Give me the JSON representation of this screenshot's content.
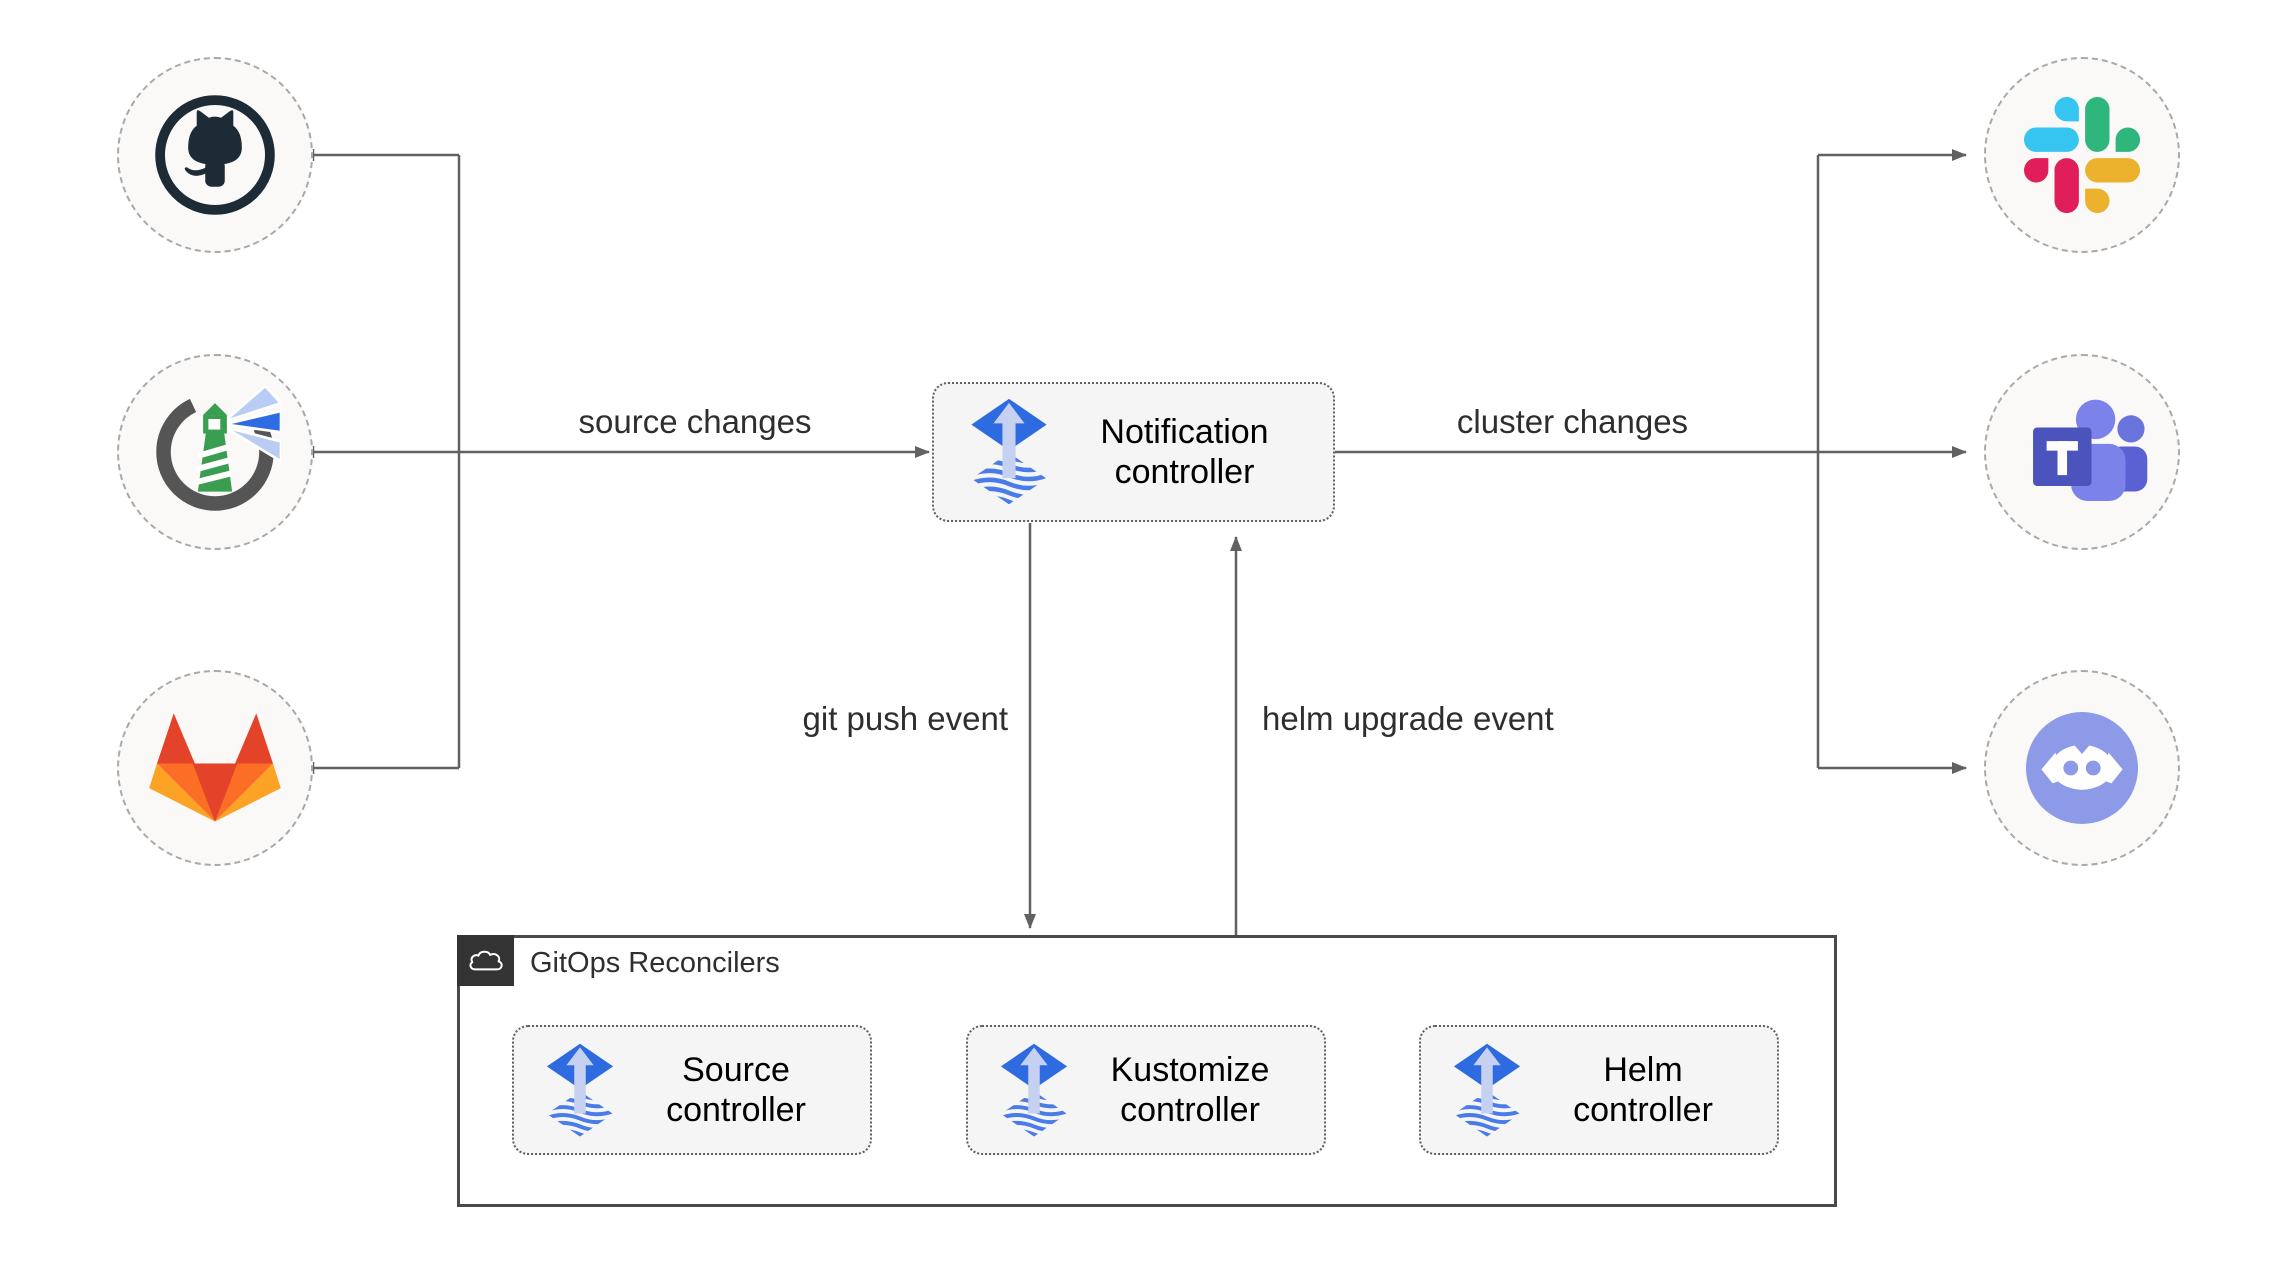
{
  "nodes": {
    "notification": {
      "label": "Notification controller"
    },
    "source": {
      "label": "Source controller"
    },
    "kustomize": {
      "label": "Kustomize controller"
    },
    "helm": {
      "label": "Helm controller"
    }
  },
  "group": {
    "title": "GitOps Reconcilers"
  },
  "edge_labels": {
    "source_changes": "source changes",
    "cluster_changes": "cluster changes",
    "git_push_event": "git push event",
    "helm_upgrade_event": "helm upgrade event"
  },
  "icons": {
    "sources": [
      "github-icon",
      "harbor-icon",
      "gitlab-icon"
    ],
    "targets": [
      "slack-icon",
      "teams-icon",
      "discord-icon"
    ],
    "controller_icon": "flux-icon",
    "group_icon": "cloud-icon"
  },
  "colors": {
    "wire": "#616161",
    "node_fill": "#f5f5f5",
    "node_border": "#5f5f5f",
    "group_border": "#4a4a4a",
    "badge_fill": "#333333",
    "circle_fill": "#faf9f7",
    "flux_blue": "#2f6be0",
    "slack_red": "#e01e5a",
    "slack_blue": "#36c5f0",
    "slack_green": "#2eb67d",
    "slack_yellow": "#ecb22e",
    "gitlab_red": "#e24329",
    "gitlab_orange": "#fc6d26",
    "gitlab_yellow": "#fca326",
    "teams_purple": "#4b53bc",
    "discord_blurple": "#8c9ae8",
    "harbor_green": "#3a9e52"
  }
}
